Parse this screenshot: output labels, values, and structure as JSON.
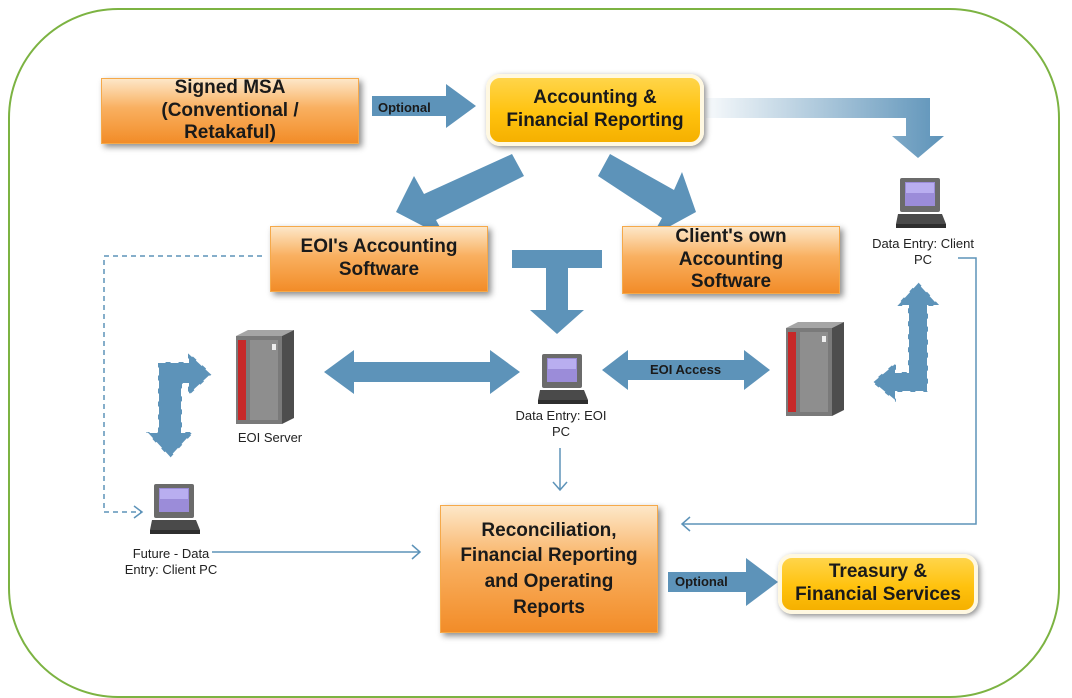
{
  "boxes": {
    "signed_msa": "Signed MSA (Conventional / Retakaful)",
    "accounting": "Accounting & Financial Reporting",
    "eoi_software": "EOI's Accounting Software",
    "client_software": "Client's own Accounting Software",
    "reconciliation": "Reconciliation, Financial Reporting and Operating Reports",
    "treasury": "Treasury & Financial Services"
  },
  "labels": {
    "optional_top": "Optional",
    "optional_bottom": "Optional",
    "eoi_access": "EOI Access",
    "eoi_server": "EOI Server",
    "data_entry_eoi": "Data Entry: EOI PC",
    "data_entry_client": "Data Entry: Client PC",
    "future_data_entry": "Future - Data Entry: Client PC"
  },
  "colors": {
    "frame": "#7cb342",
    "arrow": "#5d93b9",
    "orange_box": "#f28c28",
    "yellow_box": "#ffc20e"
  },
  "icons": {
    "computer": "computer-icon",
    "server": "server-icon"
  }
}
